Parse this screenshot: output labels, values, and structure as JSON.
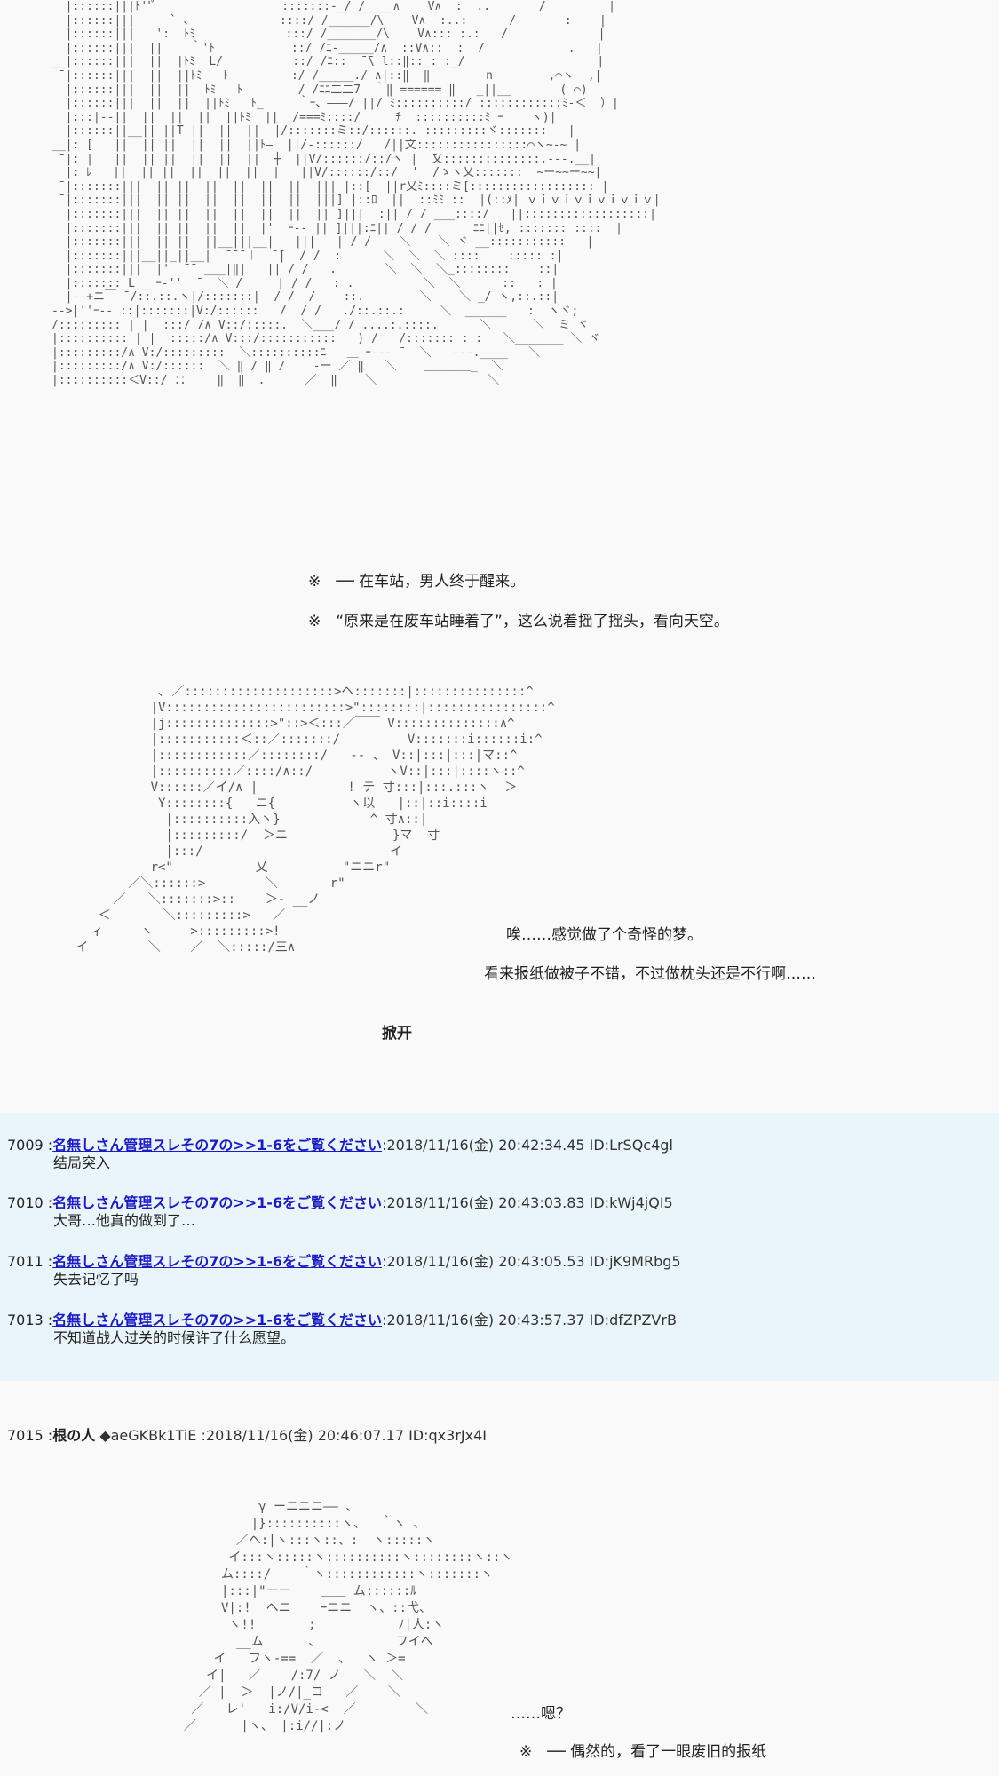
{
  "narration": {
    "line1": "※　── 在车站，男人终于醒来。",
    "line2": "※　“原来是在废车站睡着了”，这么说着摇了摇头，看向天空。"
  },
  "dialogue": {
    "line1": "唉……感觉做了个奇怪的梦。",
    "line2": "看来报纸做被子不错，不过做枕头还是不行啊……",
    "sfx": "掀开"
  },
  "replies": [
    {
      "num": "7009",
      "name": "名無しさん管理スレその7の>>1-6をご覧ください",
      "meta": ":2018/11/16(金) 20:42:34.45 ID:LrSQc4gl",
      "body": "结局突入"
    },
    {
      "num": "7010",
      "name": "名無しさん管理スレその7の>>1-6をご覧ください",
      "meta": ":2018/11/16(金) 20:43:03.83 ID:kWj4jQI5",
      "body": "大哥…他真的做到了…"
    },
    {
      "num": "7011",
      "name": "名無しさん管理スレその7の>>1-6をご覧ください",
      "meta": ":2018/11/16(金) 20:43:05.53 ID:jK9MRbg5",
      "body": "失去记忆了吗"
    },
    {
      "num": "7013",
      "name": "名無しさん管理スレその7の>>1-6をご覧ください",
      "meta": ":2018/11/16(金) 20:43:57.37 ID:dfZPZVrB",
      "body": "不知道战人过关的时候许了什么愿望。"
    }
  ],
  "owner_post": {
    "num": "7015",
    "name": "根の人",
    "trip": "◆aeGKBk1TiE",
    "meta": ":2018/11/16(金) 20:46:07.17 ID:qx3rJx4I",
    "line1": "……嗯？",
    "line2": "※　── 偶然的，看了一眼废旧的报纸"
  }
}
